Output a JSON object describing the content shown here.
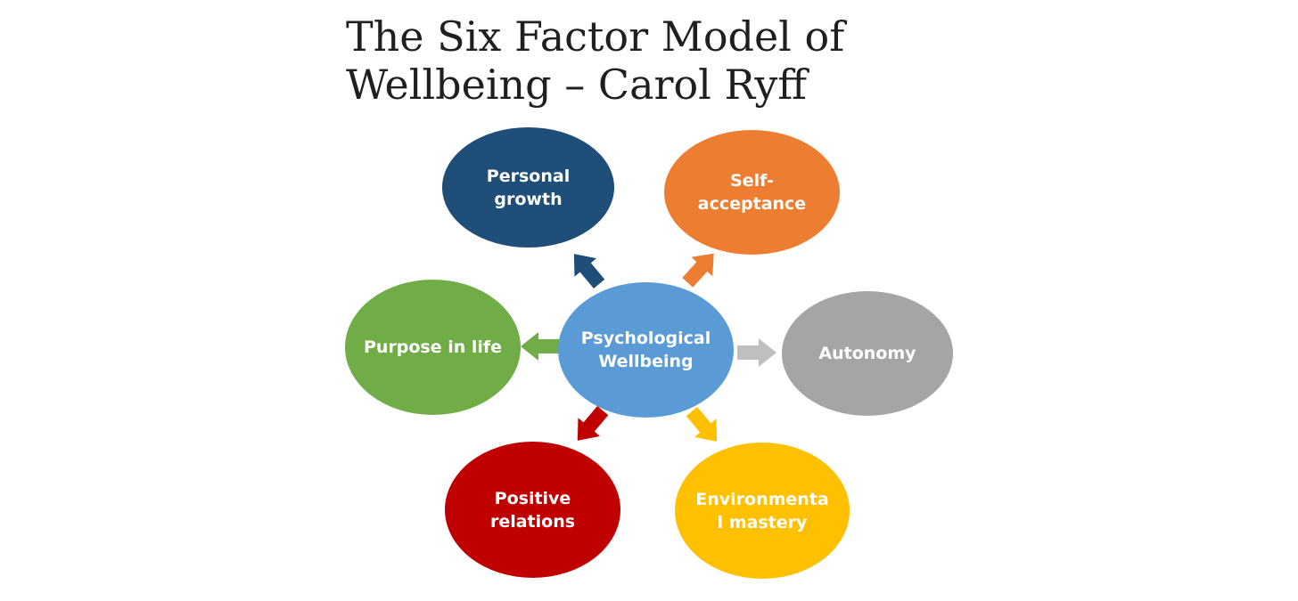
{
  "title": {
    "line1": "The Six Factor Model of",
    "line2": "Wellbeing – Carol Ryff"
  },
  "center": {
    "label": "Psychological\nWellbeing",
    "color": "#5b9bd5"
  },
  "factors": {
    "personal_growth": {
      "label": "Personal\ngrowth",
      "color": "#1f4e79"
    },
    "self_acceptance": {
      "label": "Self-\nacceptance",
      "color": "#ed7d31"
    },
    "autonomy": {
      "label": "Autonomy",
      "color": "#a5a5a5"
    },
    "environmental_mastery": {
      "label": "Environmenta\nl mastery",
      "color": "#ffc000"
    },
    "positive_relations": {
      "label": "Positive\nrelations",
      "color": "#c00000"
    },
    "purpose_in_life": {
      "label": "Purpose in life",
      "color": "#70ad47"
    }
  },
  "arrow_colors": {
    "personal_growth": "#1f4e79",
    "self_acceptance": "#ed7d31",
    "autonomy": "#bfbfbf",
    "environmental_mastery": "#ffc000",
    "positive_relations": "#c00000",
    "purpose_in_life": "#70ad47"
  }
}
